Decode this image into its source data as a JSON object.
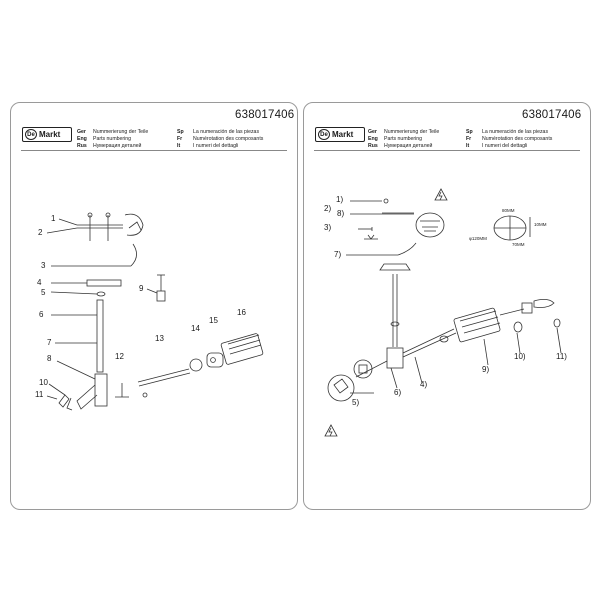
{
  "article_number": "638017406",
  "logo": {
    "mark": "De",
    "text": "Markt"
  },
  "header_left": [
    {
      "code": "Ger",
      "text": "Nummerierung der Teile"
    },
    {
      "code": "Eng",
      "text": "Parts numbering"
    },
    {
      "code": "Rus",
      "text": "Нумерация деталей"
    }
  ],
  "header_right": [
    {
      "code": "Sp",
      "text": "La numeración de las piezas"
    },
    {
      "code": "Fr",
      "text": "Numérotation des composants"
    },
    {
      "code": "It",
      "text": "I numeri del dettagli"
    }
  ],
  "left_labels": [
    "1",
    "2",
    "3",
    "4",
    "5",
    "6",
    "7",
    "8",
    "9",
    "10",
    "11",
    "12",
    "13",
    "14",
    "15",
    "16"
  ],
  "right_labels": [
    "1)",
    "2)",
    "3)",
    "4)",
    "5)",
    "6)",
    "7)",
    "8)",
    "9)",
    "10)",
    "11)"
  ],
  "right_dims": {
    "top": "80MM",
    "side": "10MM",
    "diameter": "φ120MM",
    "small": "70MM"
  }
}
